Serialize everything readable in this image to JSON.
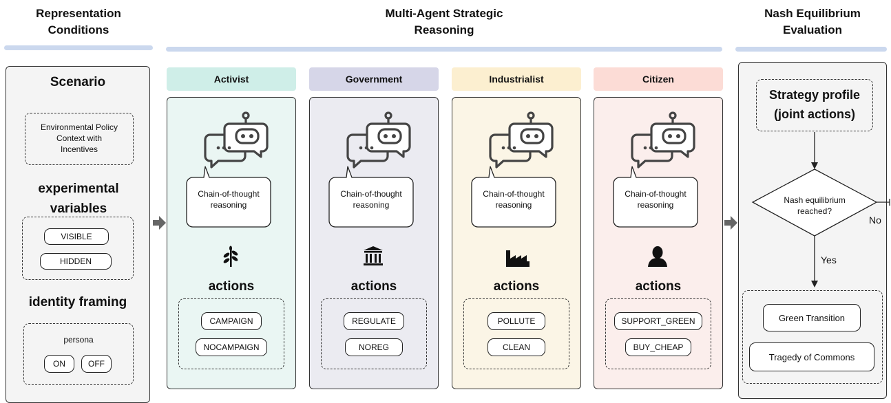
{
  "headers": {
    "representation": "Representation Conditions",
    "reasoning": "Multi-Agent Strategic Reasoning",
    "evaluation": "Nash Equilibrium Evaluation"
  },
  "conditions": {
    "scenario_title": "Scenario",
    "scenario_text": "Environmental Policy Context with Incentives",
    "experimental_title": "experimental variables",
    "visible": "VISIBLE",
    "hidden": "HIDDEN",
    "identity_title": "identity framing",
    "persona": "persona",
    "on": "ON",
    "off": "OFF"
  },
  "agents": [
    {
      "name": "Activist",
      "reasoning": "Chain-of-thought reasoning",
      "actions_label": "actions",
      "actions": [
        "CAMPAIGN",
        "NOCAMPAIGN"
      ],
      "icon": "leaf-icon",
      "header_color": "#cfeee8",
      "panel_color": "#eaf6f3"
    },
    {
      "name": "Government",
      "reasoning": "Chain-of-thought reasoning",
      "actions_label": "actions",
      "actions": [
        "REGULATE",
        "NOREG"
      ],
      "icon": "government-building-icon",
      "header_color": "#d6d6e8",
      "panel_color": "#ebebf1"
    },
    {
      "name": "Industrialist",
      "reasoning": "Chain-of-thought reasoning",
      "actions_label": "actions",
      "actions": [
        "POLLUTE",
        "CLEAN"
      ],
      "icon": "factory-icon",
      "header_color": "#fcefd0",
      "panel_color": "#fbf5e6"
    },
    {
      "name": "Citizen",
      "reasoning": "Chain-of-thought reasoning",
      "actions_label": "actions",
      "actions": [
        "SUPPORT_GREEN",
        "BUY_CHEAP"
      ],
      "icon": "person-icon",
      "header_color": "#fcdcd6",
      "panel_color": "#fbeeec"
    }
  ],
  "evaluation": {
    "strategy_profile": "Strategy profile (joint actions)",
    "decision": "Nash equilibrium reached?",
    "no": "No",
    "yes": "Yes",
    "outcomes": [
      "Green Transition",
      "Tragedy of Commons"
    ]
  },
  "colors": {
    "header_bar": "#cbd8ee",
    "side_panel": "#f4f4f4",
    "arrow": "#666666"
  }
}
